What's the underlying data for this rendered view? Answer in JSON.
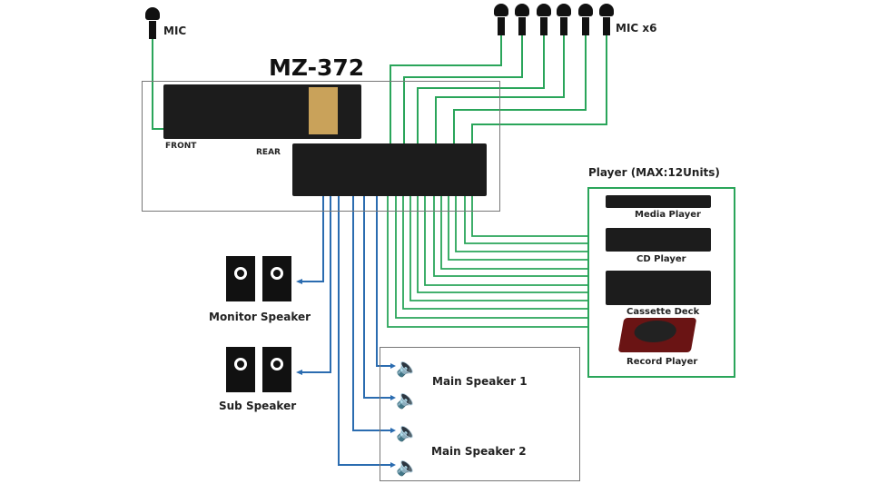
{
  "title": "MZ-372",
  "mic_single": {
    "label": "MIC"
  },
  "mic_group": {
    "label": "MIC x6",
    "count": 6
  },
  "mixer": {
    "front_label": "FRONT",
    "rear_label": "REAR"
  },
  "players": {
    "title": "Player (MAX:12Units)",
    "items": [
      {
        "label": "Media Player"
      },
      {
        "label": "CD Player"
      },
      {
        "label": "Cassette Deck"
      },
      {
        "label": "Record Player"
      }
    ]
  },
  "speakers": {
    "monitor": "Monitor Speaker",
    "sub": "Sub Speaker",
    "main1": "Main Speaker 1",
    "main2": "Main Speaker 2"
  },
  "colors": {
    "mic_wire": "#2aa55a",
    "speaker_wire": "#2b6cb0",
    "box": "#777777"
  }
}
